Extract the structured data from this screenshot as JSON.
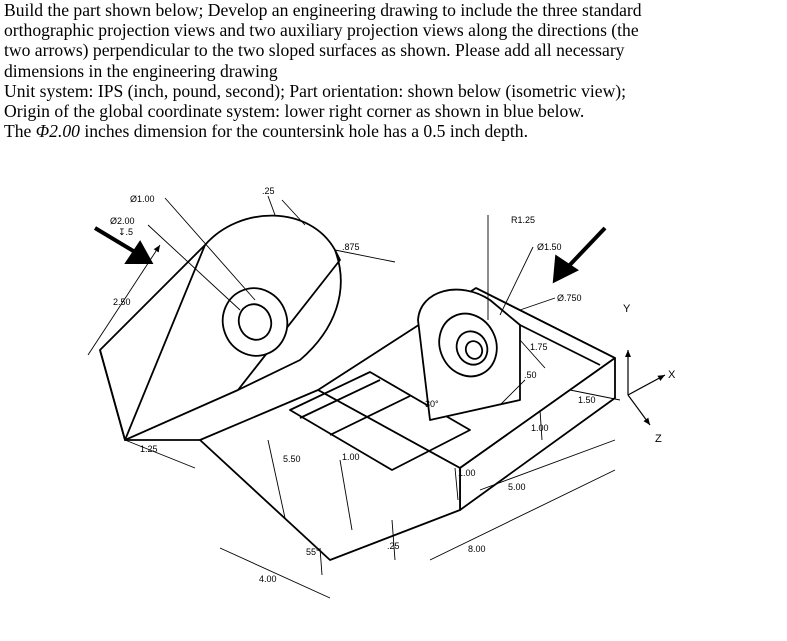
{
  "problem": {
    "line1": "Build the part shown below; Develop an engineering drawing to include the three standard",
    "line2": "orthographic projection views and two auxiliary projection views along the directions (the",
    "line3": "two arrows) perpendicular to the two sloped surfaces as shown. Please add all necessary",
    "line4": "dimensions in the engineering drawing",
    "line5": "Unit system: IPS (inch, pound, second); Part orientation: shown below (isometric view);",
    "line6": "Origin of the global coordinate system: lower right corner as shown in blue below.",
    "line7_prefix": "The ",
    "line7_phi": "Φ2.00",
    "line7_suffix": " inches dimension for the countersink hole has a 0.5 inch depth."
  },
  "dimensions": {
    "dia_100": "Ø1.00",
    "dia_200": "Ø2.00",
    "depth_5": "↧.5",
    "d_25_top": ".25",
    "d_875": ".875",
    "d_250": "2.50",
    "d_125": "1.25",
    "d_550": "5.50",
    "d_100_slot": "1.00",
    "d_55deg": "55°",
    "d_25_bottom": ".25",
    "d_400": "4.00",
    "r_125": "R1.25",
    "dia_150": "Ø1.50",
    "dia_750": "Ø.750",
    "d_175": "1.75",
    "d_50": ".50",
    "d_30deg": "30°",
    "d_100_right": "1.00",
    "d_150_right": "1.50",
    "d_100_base": "1.00",
    "d_500": "5.00",
    "d_800": "8.00"
  },
  "axes": {
    "x": "X",
    "y": "Y",
    "z": "Z"
  }
}
